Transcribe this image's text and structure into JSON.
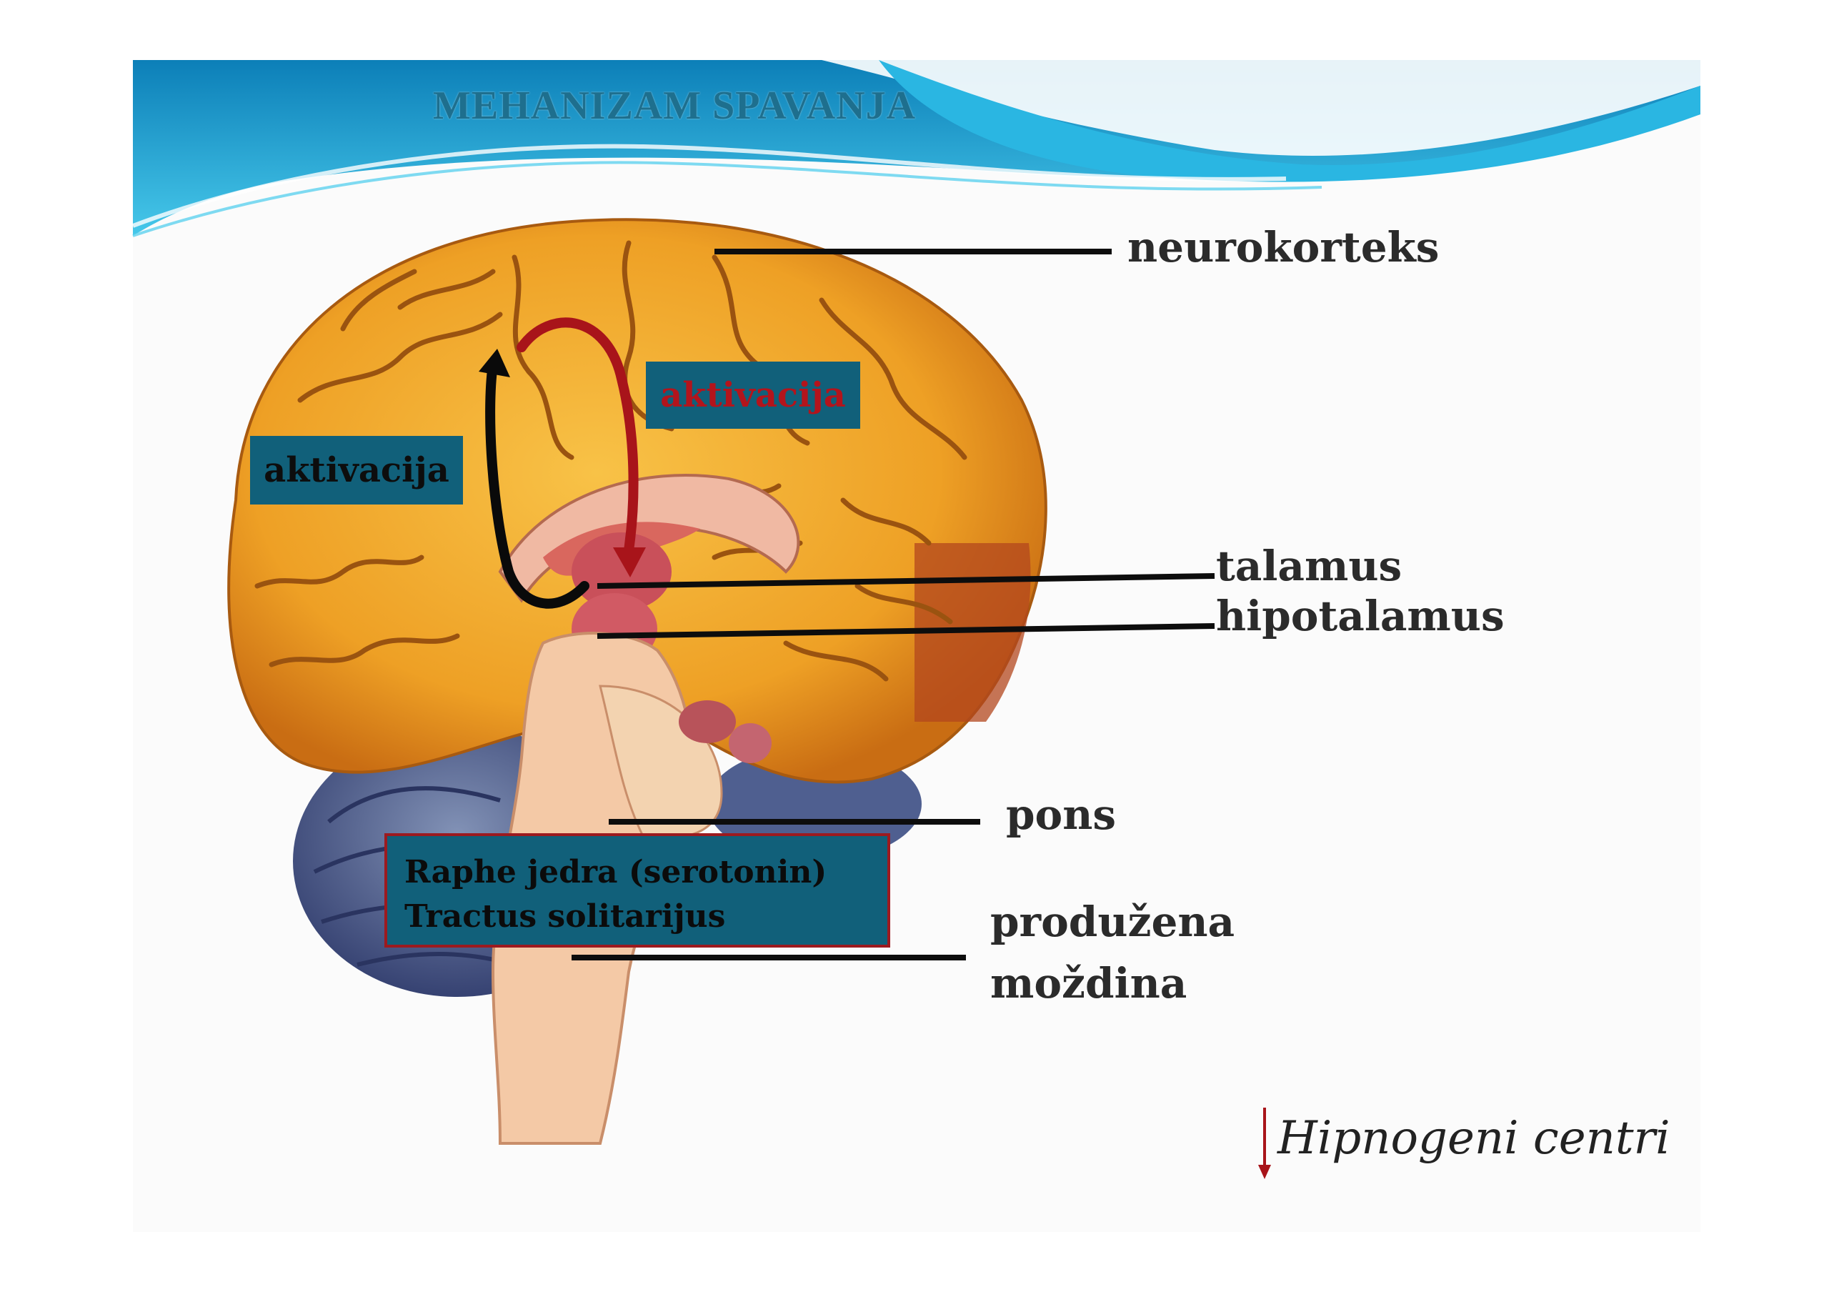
{
  "slide": {
    "title": "MEHANIZAM SPAVANJA"
  },
  "labels": {
    "neurokorteks": "neurokorteks",
    "talamus": "talamus",
    "hipotalamus": "hipotalamus",
    "pons": "pons",
    "produzena_line1": "produžena",
    "produzena_line2": "moždina"
  },
  "boxes": {
    "activation_black": "aktivacija",
    "activation_red": "aktivacija",
    "raphe_line1": "Raphe jedra (serotonin)",
    "raphe_line2": "Tractus solitarijus"
  },
  "footer": {
    "hipnogeni": "Hipnogeni centri",
    "arrow": "down"
  },
  "colors": {
    "header_blue": "#1a9fd6",
    "box_teal": "#11607a",
    "arrow_red": "#a8141a",
    "brain_orange": "#f0a325",
    "cerebellum_blue": "#4a5a8c"
  }
}
